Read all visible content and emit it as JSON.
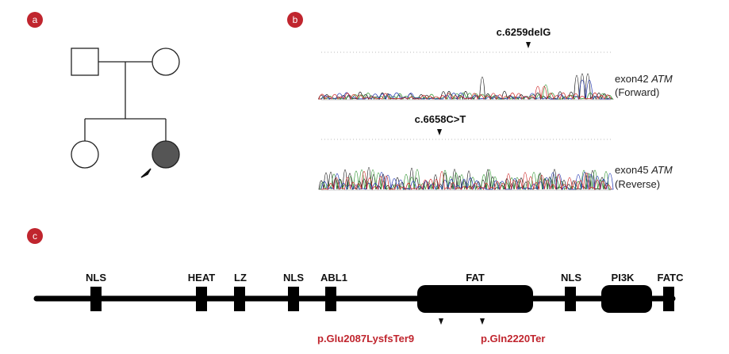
{
  "panels": {
    "a": "a",
    "b": "b",
    "c": "c"
  },
  "chromatogram": {
    "forward": {
      "variant": "c.6259delG",
      "exon": "exon42",
      "gene": "ATM",
      "direction": "(Forward)"
    },
    "reverse": {
      "variant": "c.6658C>T",
      "exon": "exon45",
      "gene": "ATM",
      "direction": "(Reverse)"
    }
  },
  "domains": {
    "nls1": "NLS",
    "heat": "HEAT",
    "lz": "LZ",
    "nls2": "NLS",
    "abl1": "ABL1",
    "fat": "FAT",
    "nls3": "NLS",
    "pi3k": "PI3K",
    "fatc": "FATC"
  },
  "mutations": {
    "m1": "p.Glu2087LysfsTer9",
    "m2": "p.Gln2220Ter"
  },
  "colors": {
    "badge": "#c0252e",
    "mutation_text": "#c0252e",
    "trace_a": "#3a9a3a",
    "trace_c": "#2b3fb5",
    "trace_g": "#222222",
    "trace_t": "#d03030"
  }
}
